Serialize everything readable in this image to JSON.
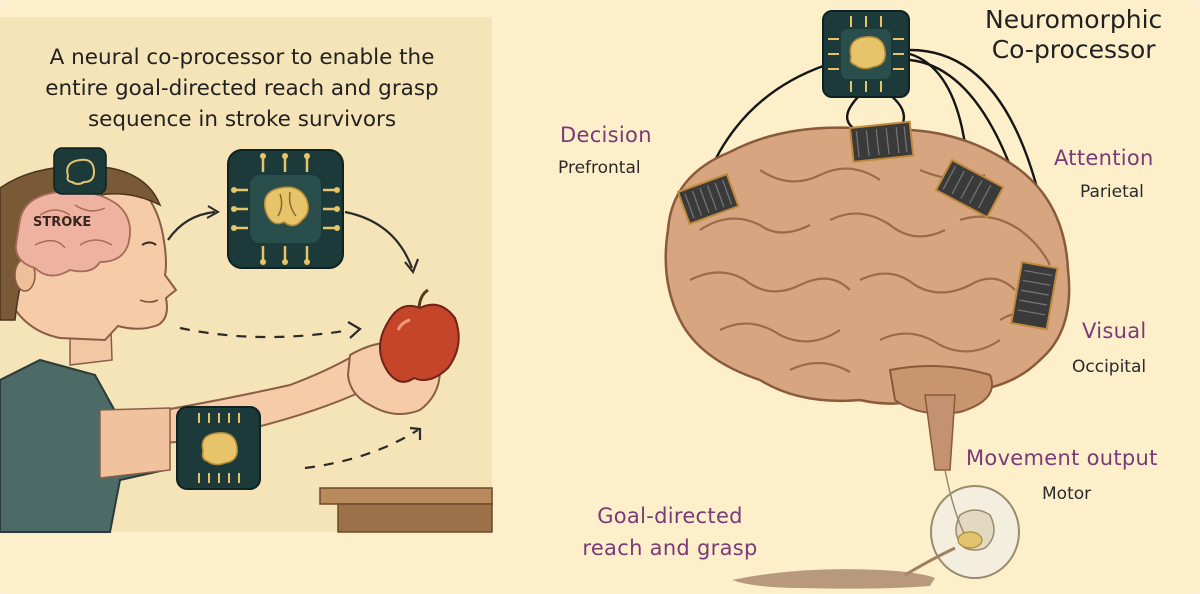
{
  "left_panel": {
    "title_lines": [
      "A neural co-processor to enable the",
      "entire goal-directed reach and grasp",
      "sequence in stroke survivors"
    ],
    "stroke_label": "STROKE"
  },
  "right_panel": {
    "title_lines": [
      "Neuromorphic",
      "Co-processor"
    ],
    "regions": [
      {
        "function": "Decision",
        "area": "Prefrontal"
      },
      {
        "function": "Attention",
        "area": "Parietal"
      },
      {
        "function": "Visual",
        "area": "Occipital"
      },
      {
        "function": "Movement output",
        "area": "Motor"
      }
    ],
    "goal_lines": [
      "Goal-directed",
      "reach and grasp"
    ]
  },
  "colors": {
    "accent_purple": "#7a3a78",
    "chip_dark": "#1c3a3a",
    "chip_gold": "#e7c36a",
    "apple_red": "#c4452a",
    "brain_tan": "#d7a580"
  }
}
